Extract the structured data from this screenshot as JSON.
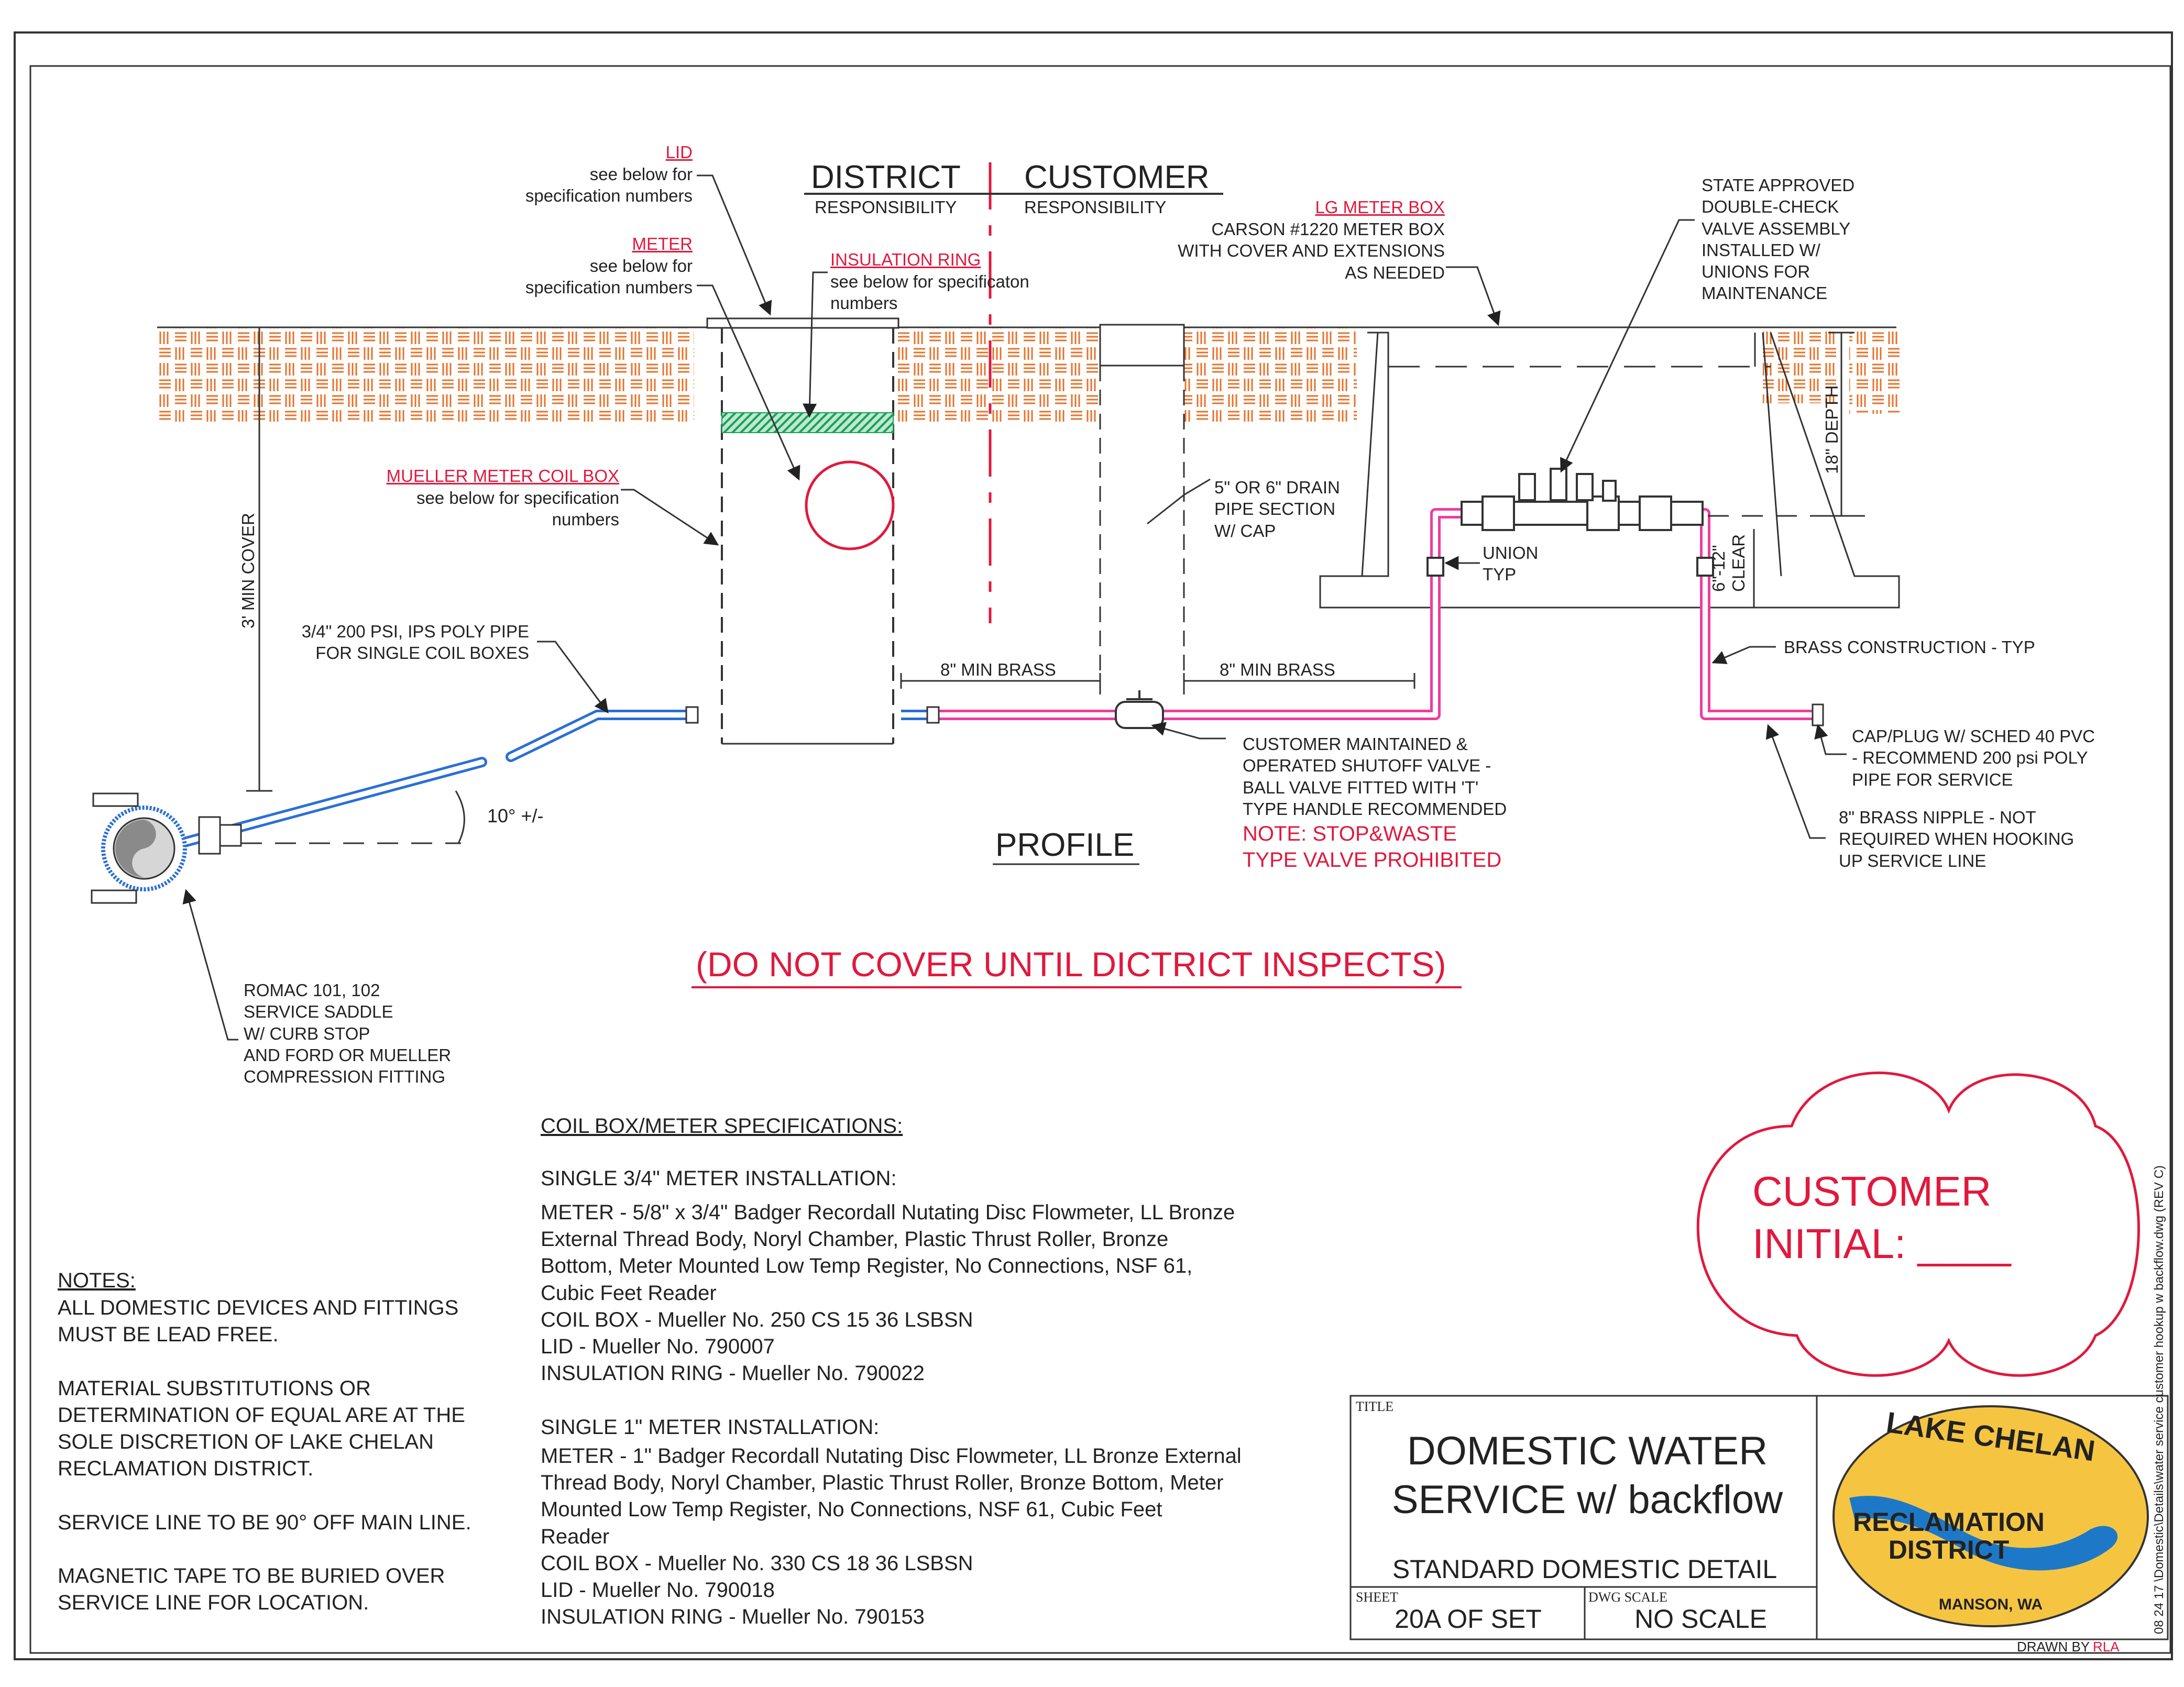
{
  "header": {
    "district": "DISTRICT",
    "district_sub": "RESPONSIBILITY",
    "customer": "CUSTOMER",
    "customer_sub": "RESPONSIBILITY"
  },
  "callouts": {
    "lid_title": "LID",
    "lid_text": "see below for\nspecification numbers",
    "meter_title": "METER",
    "meter_text": "see below for\nspecification numbers",
    "insulation_title": "INSULATION RING",
    "insulation_text": "see below for specificaton\nnumbers",
    "coilbox_title": "MUELLER METER COIL BOX",
    "coilbox_text": "see below for specification\nnumbers",
    "lgbox_title": "LG METER BOX",
    "lgbox_text": "CARSON #1220 METER BOX\nWITH COVER AND EXTENSIONS\nAS NEEDED",
    "doublecheck": "STATE APPROVED\nDOUBLE-CHECK\nVALVE ASSEMBLY\nINSTALLED W/\nUNIONS FOR\nMAINTENANCE",
    "drain": "5\" OR 6\" DRAIN\nPIPE SECTION\nW/ CAP",
    "union": "UNION\nTYP",
    "poly": "3/4\" 200 PSI, IPS POLY PIPE\nFOR SINGLE COIL BOXES",
    "brass1": "8\" MIN BRASS",
    "brass2": "8\" MIN BRASS",
    "shutoff": "CUSTOMER MAINTAINED &\nOPERATED SHUTOFF VALVE -\nBALL VALVE FITTED WITH 'T'\nTYPE HANDLE RECOMMENDED",
    "note_stop": "NOTE: STOP&WASTE\nTYPE VALVE PROHIBITED",
    "brass_construction": "BRASS CONSTRUCTION - TYP",
    "capplug": "CAP/PLUG W/ SCHED 40 PVC\n- RECOMMEND 200 psi POLY\nPIPE FOR SERVICE",
    "nipple": "8\" BRASS NIPPLE - NOT\nREQUIRED WHEN HOOKING\nUP SERVICE LINE",
    "romac": "ROMAC 101, 102\nSERVICE SADDLE\nW/ CURB STOP\nAND FORD OR MUELLER\nCOMPRESSION FITTING",
    "angle": "10° +/-",
    "min_cover": "3' MIN COVER",
    "depth": "18\" DEPTH",
    "clear": "6\"-12\"\nCLEAR",
    "profile": "PROFILE",
    "inspect": "(DO NOT COVER UNTIL DICTRICT INSPECTS)"
  },
  "specs": {
    "heading": "COIL BOX/METER SPECIFICATIONS:",
    "single34_title": "SINGLE 3/4\" METER INSTALLATION:",
    "single34_body": "METER - 5/8\" x 3/4\" Badger Recordall Nutating Disc Flowmeter, LL Bronze\nExternal Thread Body, Noryl Chamber, Plastic Thrust Roller, Bronze\nBottom, Meter Mounted Low Temp Register, No Connections, NSF 61,\nCubic Feet Reader\nCOIL BOX - Mueller No. 250 CS 15 36 LSBSN\nLID - Mueller No. 790007\nINSULATION RING - Mueller No. 790022",
    "single1_title": "SINGLE 1\" METER INSTALLATION:",
    "single1_body": "METER - 1\" Badger Recordall Nutating Disc Flowmeter, LL Bronze External\nThread Body, Noryl Chamber, Plastic Thrust Roller, Bronze Bottom, Meter\nMounted Low Temp Register, No Connections, NSF 61, Cubic Feet\nReader\nCOIL BOX - Mueller No. 330 CS 18 36 LSBSN\nLID - Mueller No. 790018\nINSULATION RING - Mueller No. 790153"
  },
  "notes": {
    "heading": "NOTES:",
    "body": "ALL DOMESTIC DEVICES AND FITTINGS\nMUST BE LEAD FREE.\n\nMATERIAL SUBSTITUTIONS OR\nDETERMINATION OF EQUAL ARE AT THE\nSOLE DISCRETION OF LAKE CHELAN\nRECLAMATION DISTRICT.\n\nSERVICE LINE TO BE 90° OFF MAIN LINE.\n\nMAGNETIC TAPE TO BE BURIED OVER\nSERVICE LINE FOR LOCATION."
  },
  "stamp": {
    "line1": "CUSTOMER",
    "line2": "INITIAL: ____"
  },
  "title_block": {
    "title_label": "TITLE",
    "title": "DOMESTIC WATER\nSERVICE w/ backflow",
    "subtitle": "STANDARD DOMESTIC DETAIL",
    "sheet_label": "SHEET",
    "sheet": "20A OF SET",
    "scale_label": "DWG SCALE",
    "scale": "NO SCALE",
    "drawn_by_label": "DRAWN BY",
    "drawn_by": "RLA",
    "side_text": "08 24 17     \\Domestic\\Details\\water service customer hookup w backflow.dwg     (REV C)"
  },
  "logo": {
    "top": "LAKE CHELAN",
    "middle": "RECLAMATION\nDISTRICT",
    "bottom": "MANSON, WA"
  },
  "colors": {
    "red": "#e0193d",
    "pink": "#f03ca0",
    "blue": "#2a6fd6",
    "soil": "#e8712a",
    "green": "#1aa05a",
    "logo_yellow": "#f5c542",
    "logo_blue": "#1e78c8"
  }
}
